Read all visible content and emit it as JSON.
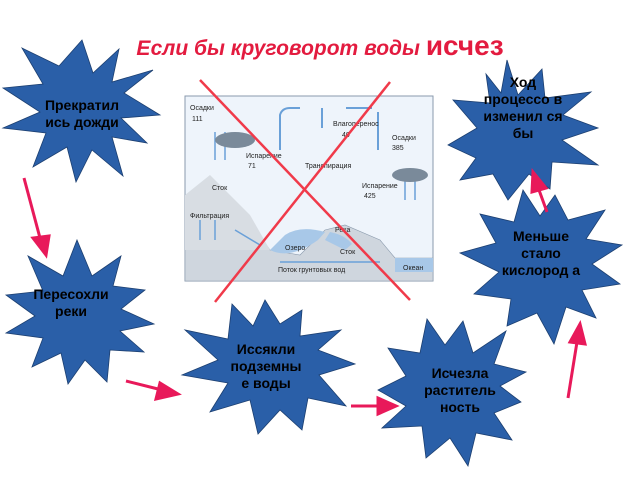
{
  "title": {
    "main": "Если бы круговорот воды ",
    "emphasis": "исчез"
  },
  "stars": {
    "s1": "Прекратил ись дожди",
    "s2": "Пересохли реки",
    "s3": "Иссякли подземны е воды",
    "s4": "Исчезла раститель ность",
    "s5": "Меньше стало кислород а",
    "s6": "Ход процессо в изменил ся бы"
  },
  "diagram": {
    "osadki_left": "Осадки",
    "osadki_left_val": "111",
    "isparenie_left": "Испарение",
    "isparenie_left_val": "71",
    "vlagoperenos": "Влагоперенос",
    "vlagoperenos_val": "40",
    "transpiratsiya": "Транспирация",
    "osadki_right": "Осадки",
    "osadki_right_val": "385",
    "isparenie_right": "Испарение",
    "isparenie_right_val": "425",
    "stok_left": "Сток",
    "filtratsiya": "Фильтрация",
    "ozero": "Озеро",
    "reka": "Река",
    "stok_right": "Сток",
    "potok": "Поток грунтовых вод",
    "okean": "Океан"
  },
  "colors": {
    "title": "#e31b3f",
    "star": "#2a5fa8",
    "arrow": "#e8195a",
    "cross": "#f03a4a"
  }
}
